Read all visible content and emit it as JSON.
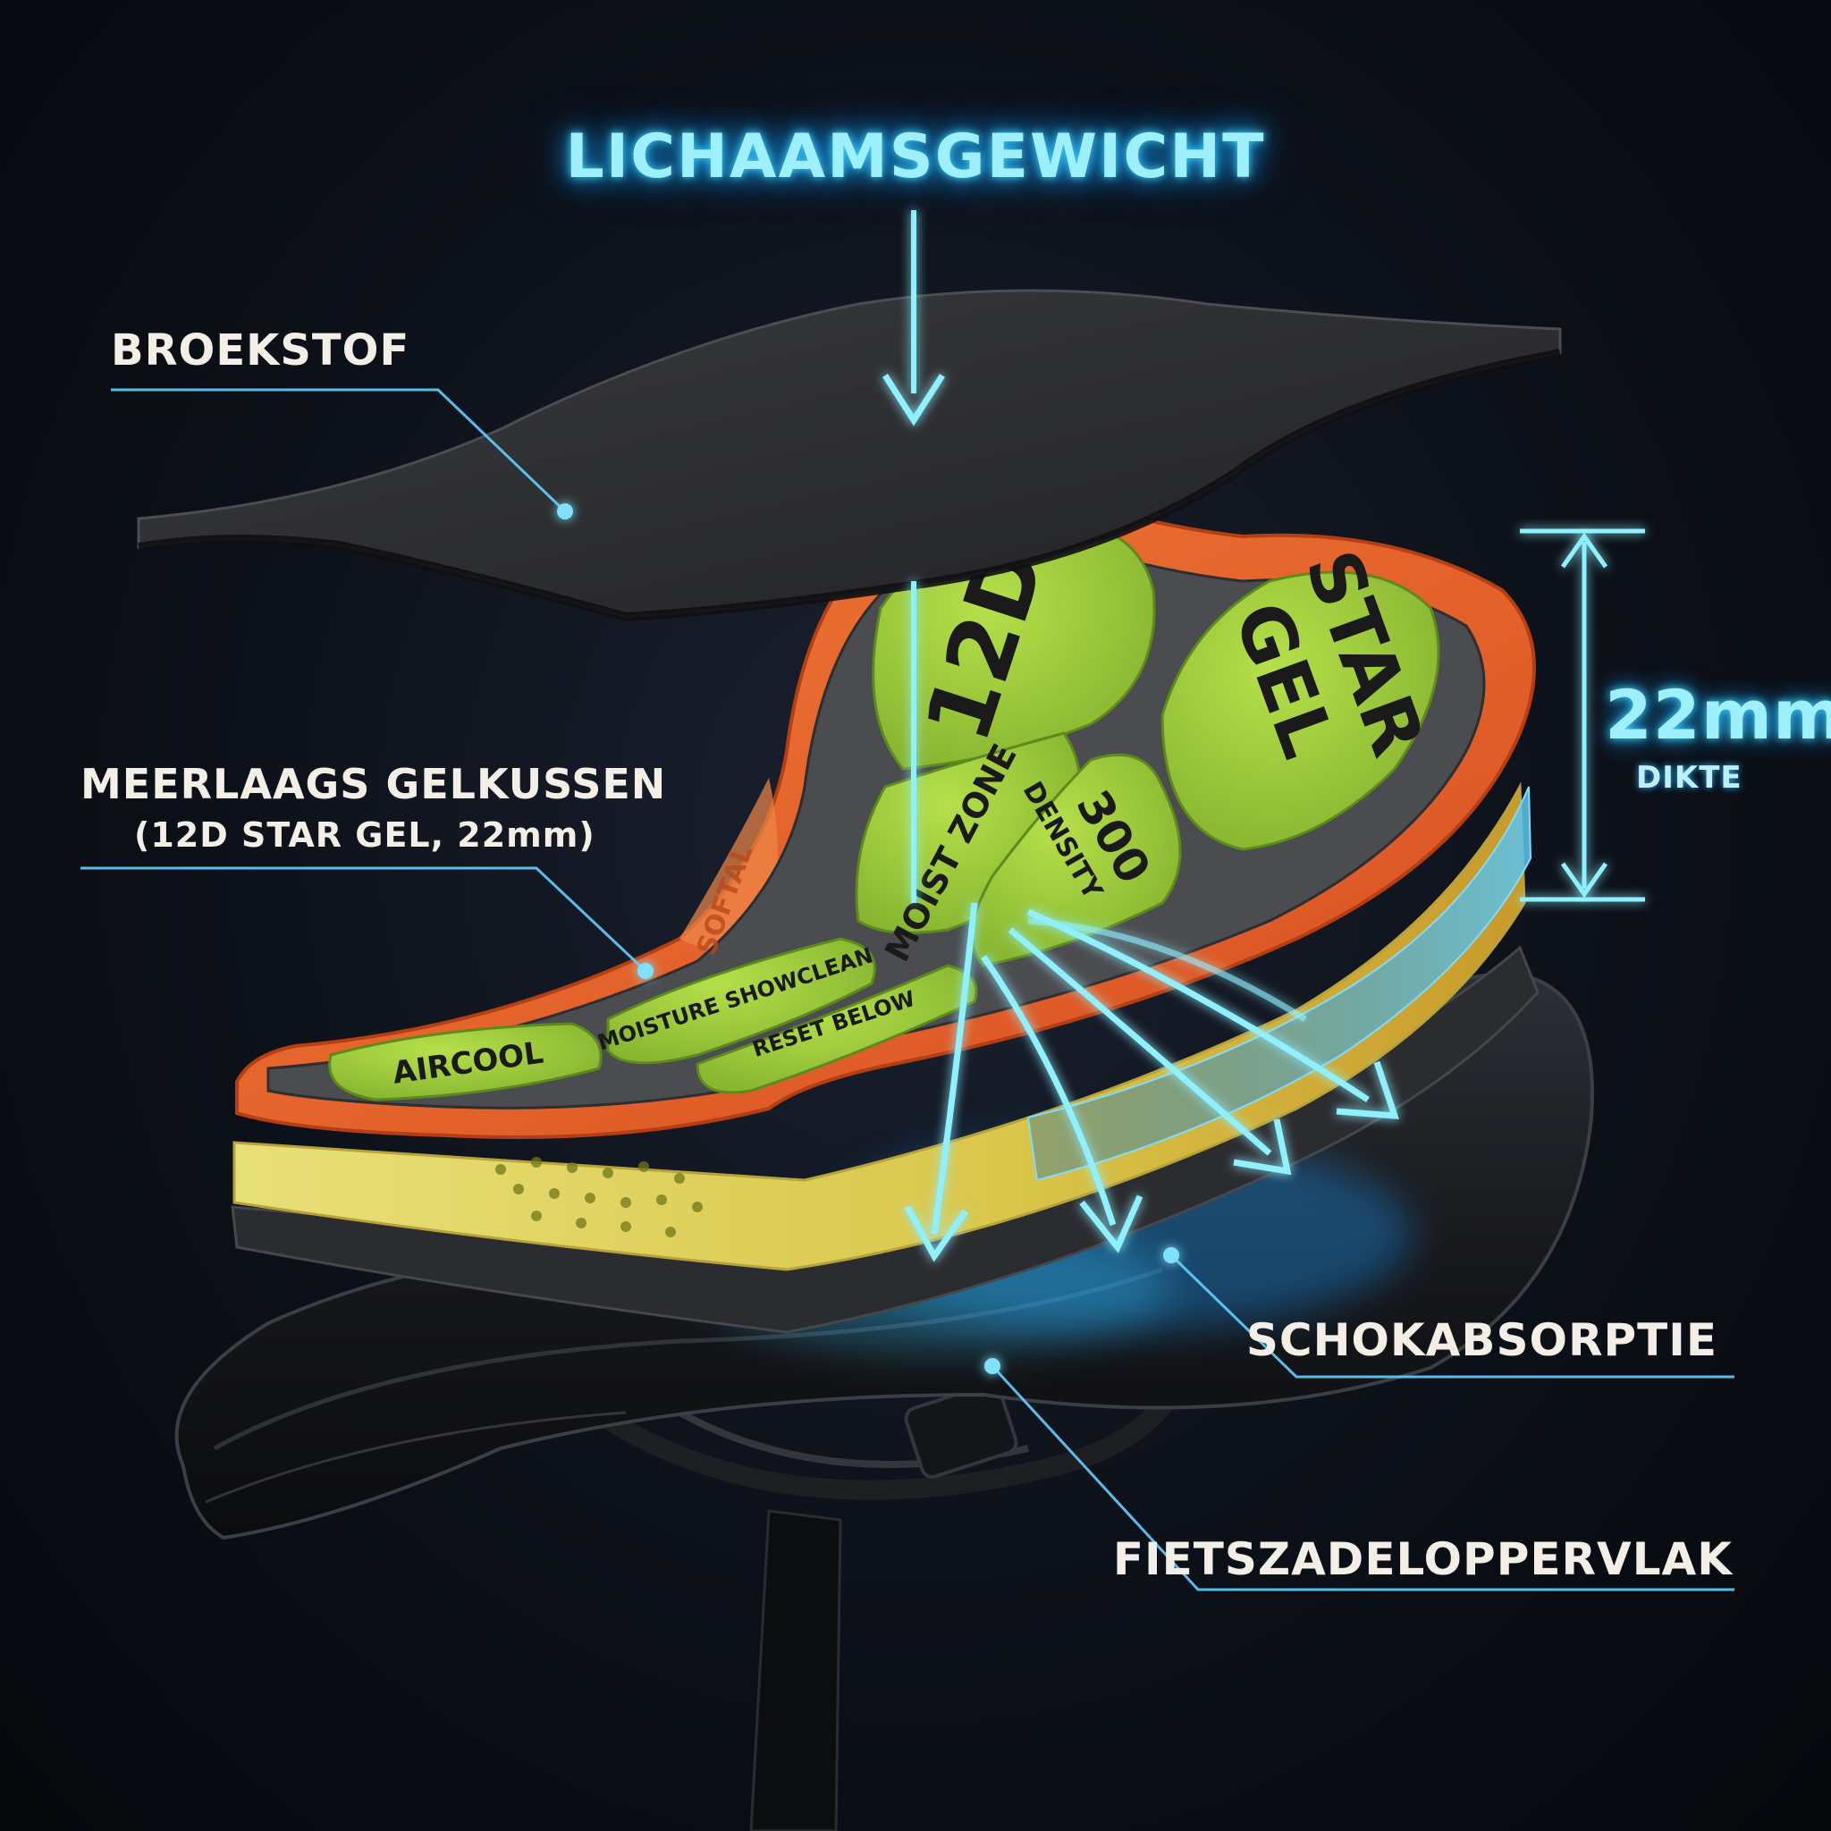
{
  "title": "LICHAAMSGEWICHT",
  "labels": {
    "fabric": "BROEKSTOF",
    "gel_pad_line1": "MEERLAAGS GELKUSSEN",
    "gel_pad_line2": "(12D STAR GEL, 22mm)",
    "shock": "SCHOKABSORPTIE",
    "saddle": "FIETSZADELOPPERVLAK",
    "thickness_value": "22mm",
    "thickness_label": "DIKTE"
  },
  "pad_zones": {
    "zone_12d": "12D",
    "zone_star_line1": "STAR",
    "zone_star_line2": "GEL",
    "zone_density_line1": "300",
    "zone_density_line2": "DENSITY",
    "zone_moist": "MOIST ZONE",
    "zone_moisture": "MOISTURE SHOWCLEAN",
    "zone_reset": "RESET BELOW",
    "zone_aircool": "AIRCOOL",
    "brand": "SOFTAL"
  },
  "colors": {
    "accent_glow": "#3fd6ff",
    "pad_orange": "#e8602a",
    "pad_green": "#9ccf3c",
    "foam_yellow": "#e2d85a",
    "fabric_dark": "#2a2b2e",
    "saddle_black": "#141518"
  },
  "icons": [
    "down-arrow-icon",
    "double-arrow-icon",
    "dispersion-arrow-icon",
    "callout-dot-icon"
  ]
}
